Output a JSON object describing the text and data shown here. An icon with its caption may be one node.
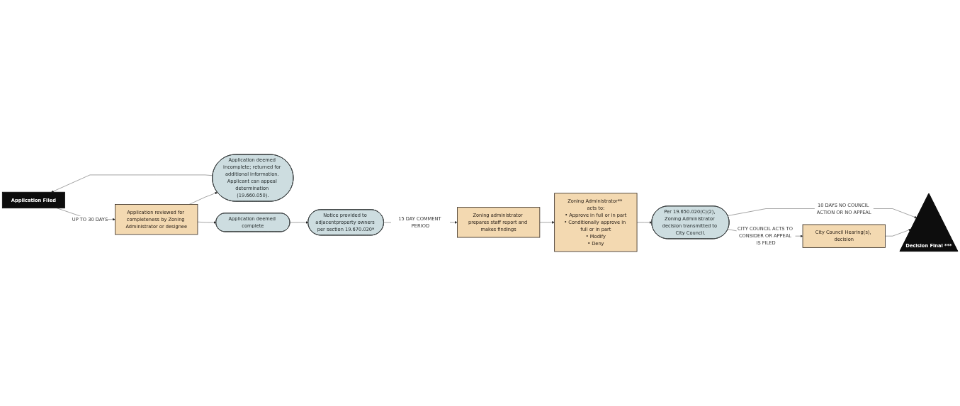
{
  "diagram": {
    "nodes": [
      {
        "text": [
          "Application Filed"
        ]
      },
      {
        "text": [
          "Application deemed incomplete; returned for additional information. Applicant can appeal determination (19.660.050)."
        ]
      },
      {
        "text": [
          "Application reviewed for completeness by Zoning Administrator or designee"
        ]
      },
      {
        "text": [
          "Application deemed complete"
        ]
      },
      {
        "text": [
          "Notice provided to adjacentproperty owners per section 19.670.020*"
        ]
      },
      {
        "text": [
          "Zoning administrator prepares staff report and makes findings"
        ]
      },
      {
        "text": [
          "Zoning Administrator** acts to:",
          "• Approve in full or in part",
          "• Conditionally approve in full or in part",
          "• Modify",
          "• Deny"
        ]
      },
      {
        "text": [
          "Per 19.650.020(C)(2), Zoning Administrator decision transmitted to City Council."
        ]
      },
      {
        "text": [
          "City Council Hearing(s), decision"
        ]
      },
      {
        "text": [
          "Decision Final ***"
        ]
      }
    ],
    "edges": [
      {
        "from": 1,
        "to": 0,
        "arrow": "to"
      },
      {
        "from": 0,
        "to": 2,
        "arrow": "to",
        "label": "UP TO 30 DAYS"
      },
      {
        "from": 2,
        "to": 1,
        "arrow": "to"
      },
      {
        "from": 2,
        "to": 3,
        "arrow": "to"
      },
      {
        "from": 3,
        "to": 4,
        "arrow": "to"
      },
      {
        "from": 4,
        "to": 5,
        "arrow": "to",
        "label": "15 DAY COMMENT PERIOD"
      },
      {
        "from": 5,
        "to": 6,
        "arrow": "to"
      },
      {
        "from": 6,
        "to": 7,
        "arrow": "to"
      },
      {
        "from": 7,
        "to": 8,
        "arrow": "to",
        "label": "CITY COUNCIL ACTS TO CONSIDER OR APPEAL IS FILED"
      },
      {
        "from": 8,
        "to": 9,
        "arrow": "to"
      },
      {
        "from": 7,
        "to": 9,
        "arrow": "to",
        "label": "10 DAYS NO COUNCIL ACTION OR NO APPEAL"
      }
    ]
  }
}
